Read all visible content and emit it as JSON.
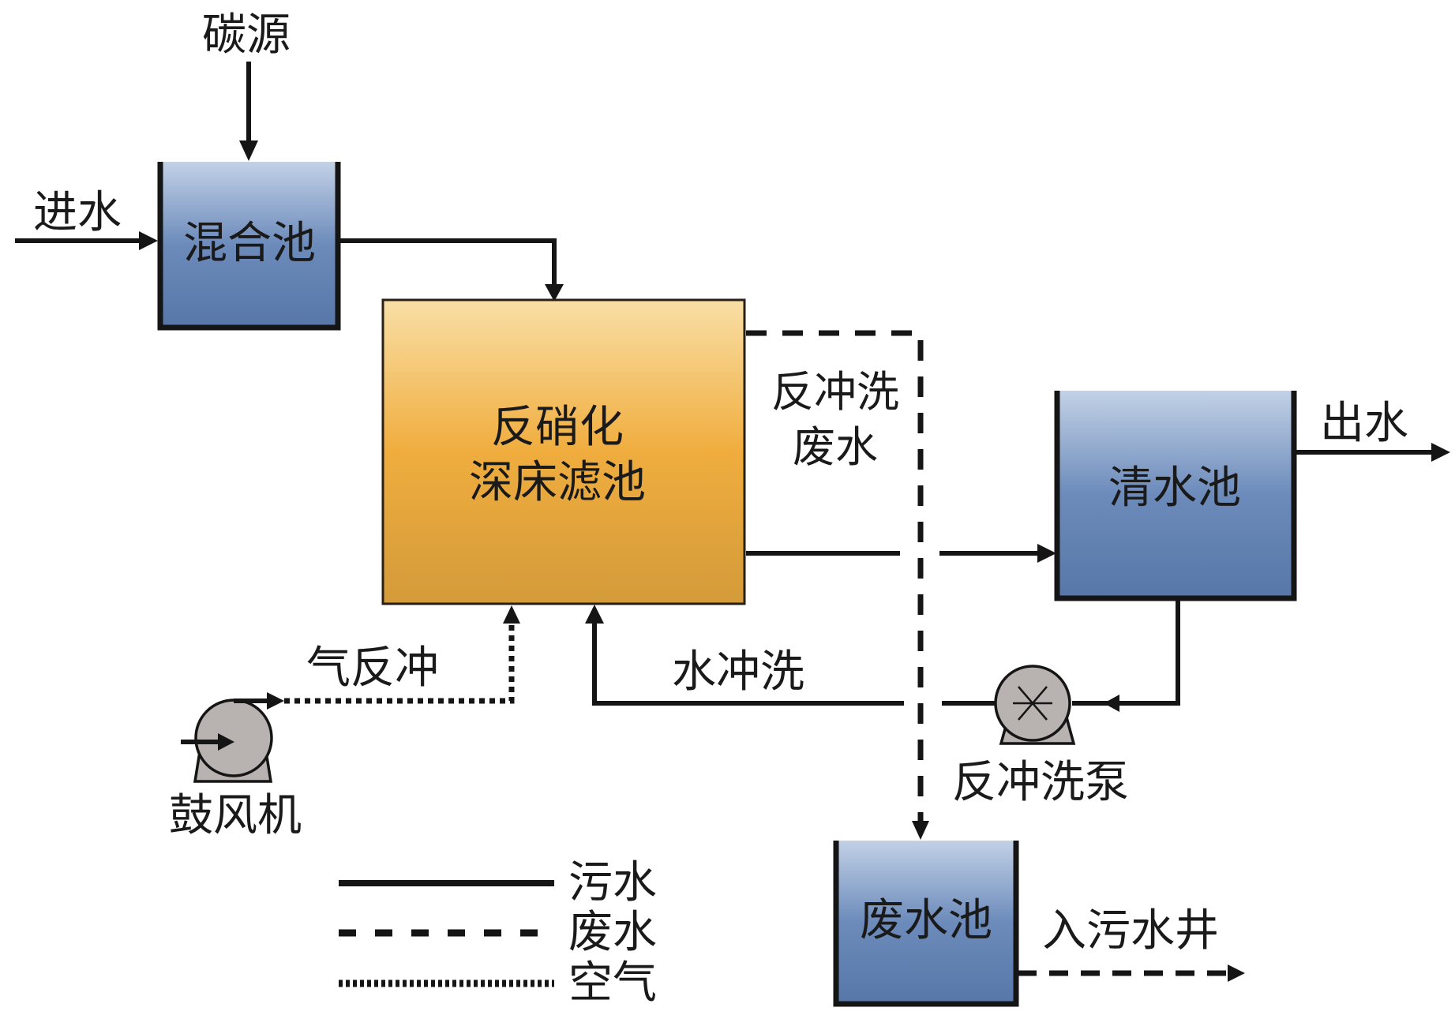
{
  "title": "反硝化深床滤池工艺流程图",
  "nodes": {
    "carbon_source": "碳源",
    "inlet": "进水",
    "mixing_tank": "混合池",
    "filter_line1": "反硝化",
    "filter_line2": "深床滤池",
    "backwash_waste_line1": "反冲洗",
    "backwash_waste_line2": "废水",
    "clear_tank": "清水池",
    "outlet": "出水",
    "air_backwash": "气反冲",
    "blower": "鼓风机",
    "water_wash": "水冲洗",
    "backwash_pump": "反冲洗泵",
    "waste_tank": "废水池",
    "to_sewer": "入污水井"
  },
  "legend": [
    {
      "style": "solid",
      "label": "污水"
    },
    {
      "style": "dashed",
      "label": "废水"
    },
    {
      "style": "dotted",
      "label": "空气"
    }
  ],
  "colors": {
    "blue_tank_top": "#c2d1e6",
    "blue_tank_bottom": "#5677a8",
    "filter_top": "#f9dfa6",
    "filter_mid": "#f0ad3e",
    "filter_bottom": "#d39b3a",
    "machine_gray": "#b8b2b0",
    "line": "#151515"
  }
}
